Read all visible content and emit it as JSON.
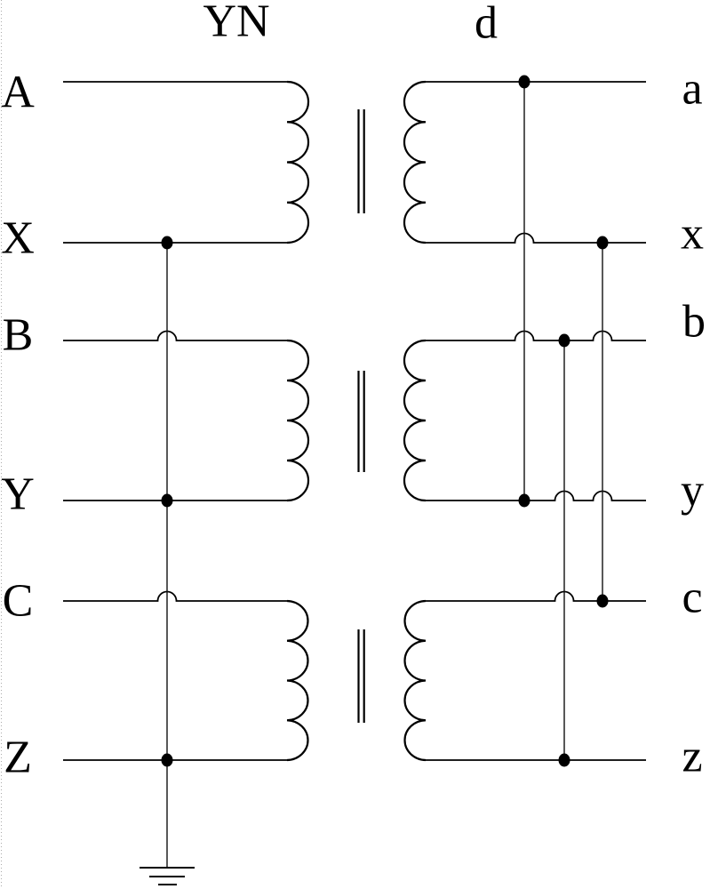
{
  "diagram": {
    "title_left_group": "YN",
    "title_right_group": "d",
    "primary_terminals": {
      "A": "A",
      "X": "X",
      "B": "B",
      "Y": "Y",
      "C": "C",
      "Z": "Z"
    },
    "secondary_terminals": {
      "a": "a",
      "x": "x",
      "b": "b",
      "y": "y",
      "c": "c",
      "z": "z"
    },
    "connection_type": "YN d transformer winding connection diagram",
    "colors": {
      "line": "#000000",
      "background": "#ffffff"
    }
  }
}
